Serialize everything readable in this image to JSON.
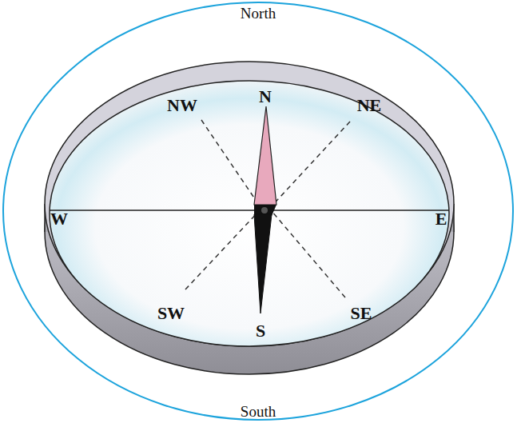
{
  "diagram": {
    "labels": [
      "North",
      "N",
      "NW",
      "NE",
      "W",
      "E",
      "SW",
      "SE",
      "S",
      "South"
    ]
  }
}
